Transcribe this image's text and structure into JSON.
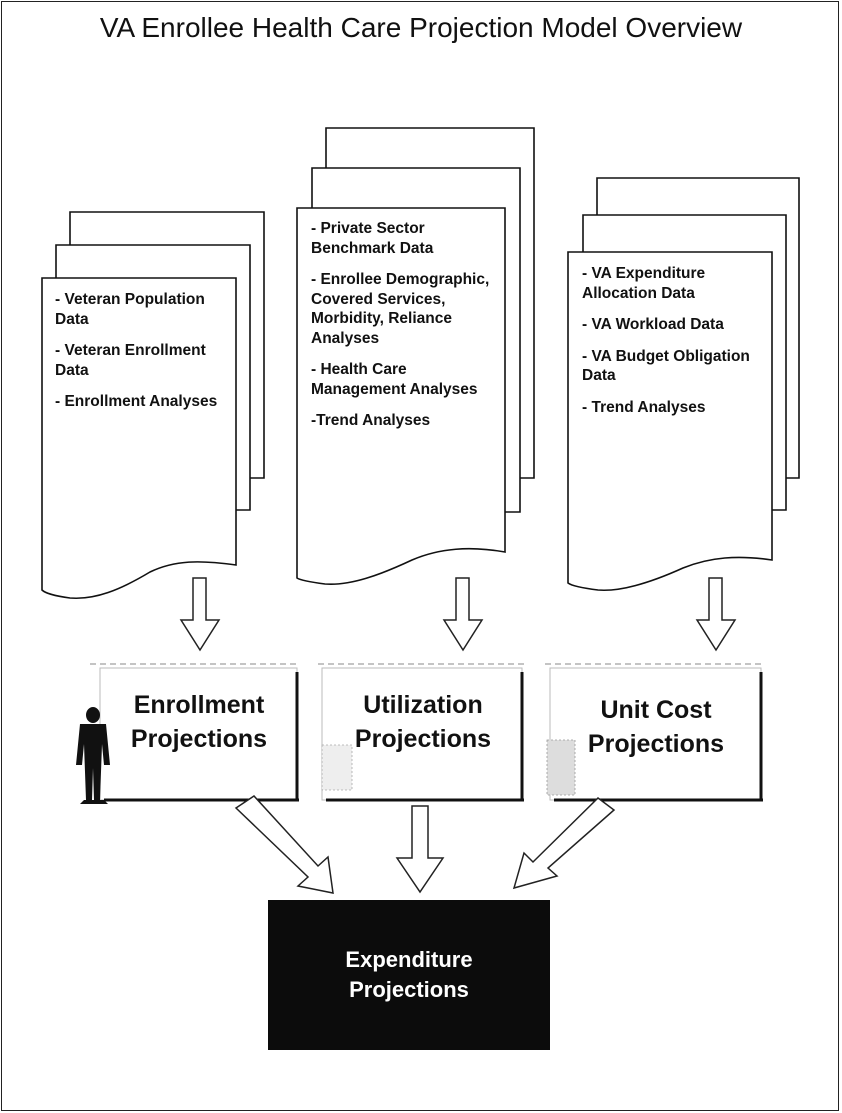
{
  "title": "VA Enrollee Health Care Projection Model Overview",
  "data_groups": [
    {
      "items": [
        "- Veteran Population Data",
        "- Veteran Enrollment Data",
        "- Enrollment Analyses"
      ]
    },
    {
      "items": [
        "- Private Sector Benchmark Data",
        "- Enrollee Demographic, Covered Services, Morbidity, Reliance Analyses",
        "- Health Care Management Analyses",
        "-Trend Analyses"
      ]
    },
    {
      "items": [
        "- VA Expenditure Allocation Data",
        "- VA Workload Data",
        "- VA Budget Obligation Data",
        "- Trend Analyses"
      ]
    }
  ],
  "projections": [
    {
      "line1": "Enrollment",
      "line2": "Projections"
    },
    {
      "line1": "Utilization",
      "line2": "Projections"
    },
    {
      "line1": "Unit Cost",
      "line2": "Projections"
    }
  ],
  "result": {
    "line1": "Expenditure",
    "line2": "Projections"
  },
  "colors": {
    "ink": "#111111",
    "result_fill": "#0c0c0c",
    "result_text": "#ffffff"
  },
  "icons": [
    "person-icon",
    "down-arrow-icon",
    "diagonal-arrow-icon"
  ]
}
